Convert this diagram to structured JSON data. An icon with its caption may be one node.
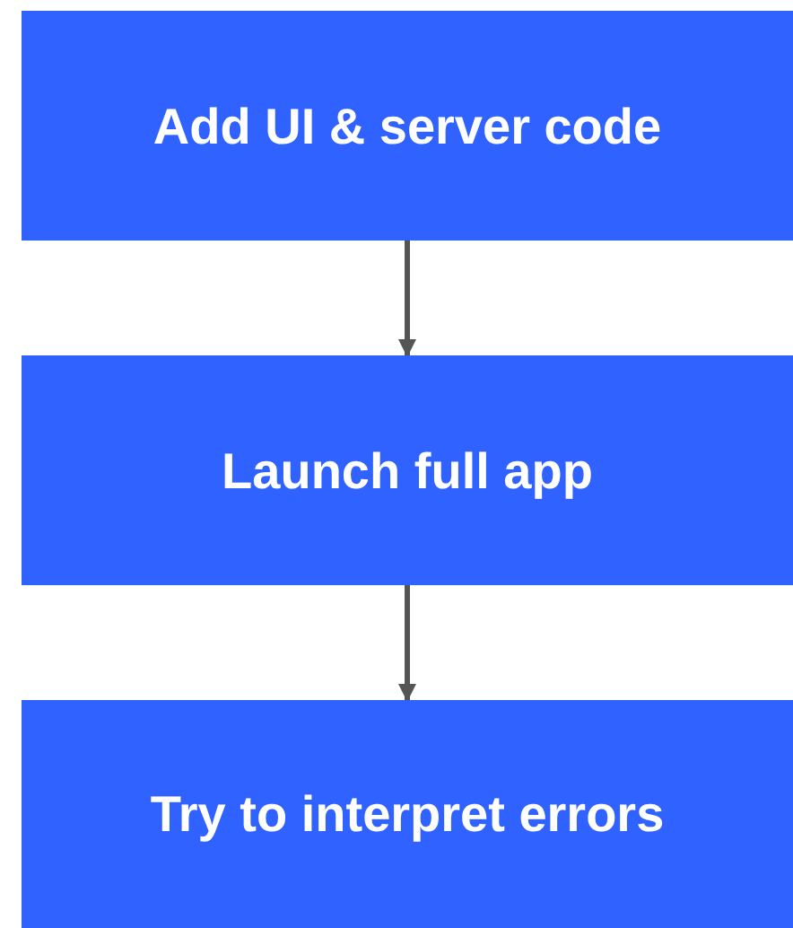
{
  "diagram": {
    "nodes": [
      {
        "text": [
          "Add UI & server code"
        ]
      },
      {
        "text": [
          "Launch full app"
        ]
      },
      {
        "text": [
          "Try to interpret errors"
        ]
      }
    ],
    "edges": [
      {
        "from": 0,
        "to": 1,
        "arrow": "to"
      },
      {
        "from": 1,
        "to": 2,
        "arrow": "to"
      }
    ]
  }
}
